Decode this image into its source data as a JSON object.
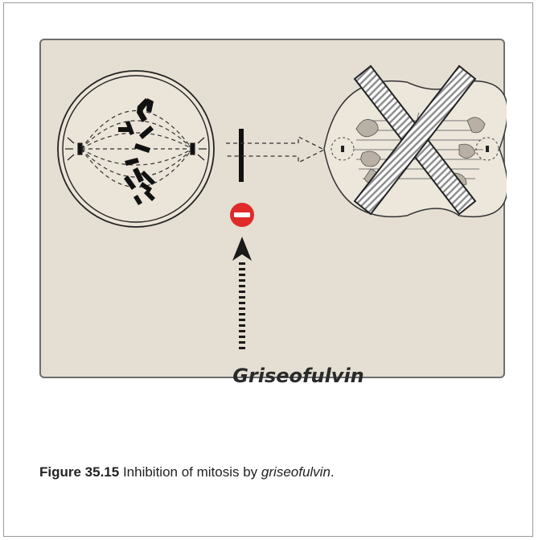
{
  "diagram": {
    "drug_label": "Griseofulvin",
    "icons": {
      "dividing_cell": "metaphase-cell-icon",
      "blocked_cell": "anaphase-cell-icon",
      "cross": "x-cross-icon",
      "block_bar": "block-bar-icon",
      "inhibit": "minus-circle-icon",
      "arrow": "dashed-up-arrow-icon"
    },
    "colors": {
      "panel_bg": "#e5ded3",
      "inhibit_red": "#e02a2a",
      "ink": "#1a1a1a"
    }
  },
  "caption": {
    "figure_label": "Figure 35.15",
    "text": " Inhibition of mitosis by ",
    "drug": "griseofulvin",
    "end": "."
  }
}
